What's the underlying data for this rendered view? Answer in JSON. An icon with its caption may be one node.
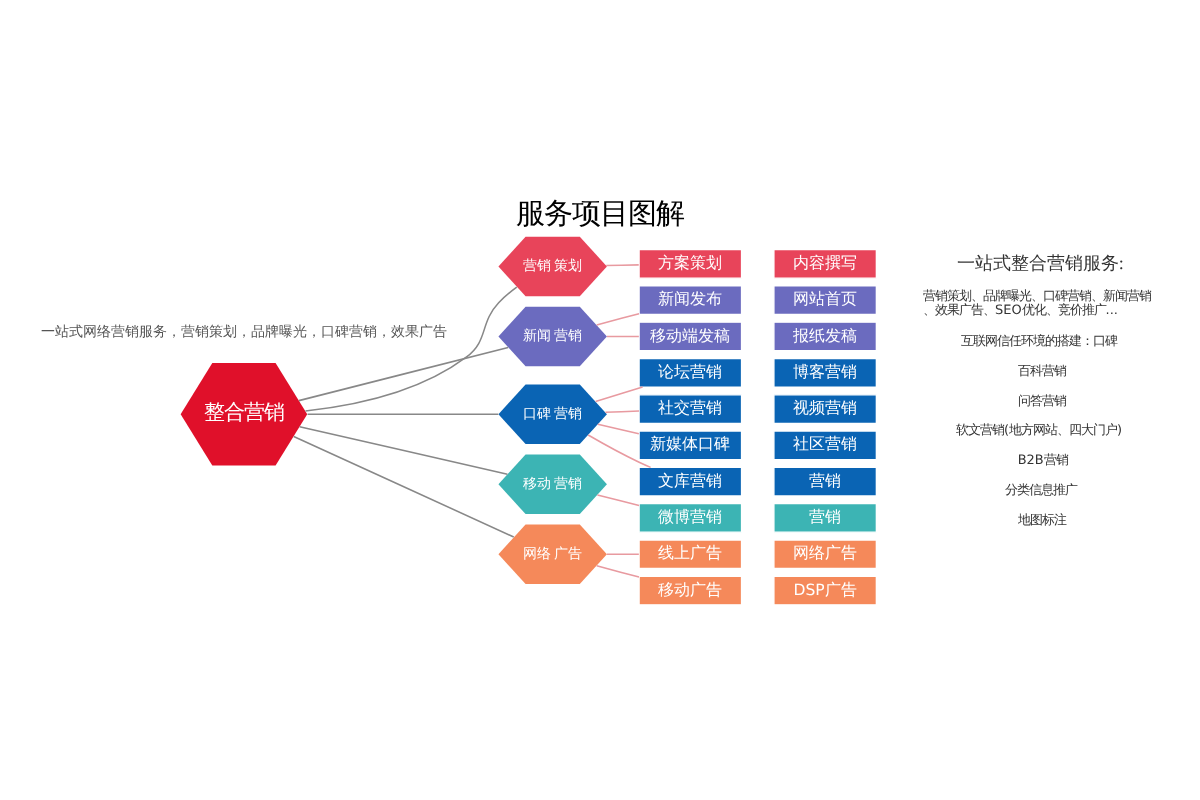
{
  "diagram": {
    "title": "服务项目图解",
    "nodes": [
      {
        "text": [
          "整合营销"
        ]
      },
      {
        "text": [
          "营销 策划"
        ]
      },
      {
        "text": [
          "方案策划"
        ]
      },
      {
        "text": [
          "内容撰写"
        ]
      },
      {
        "text": [
          "新闻 营销"
        ]
      },
      {
        "text": [
          "新闻发布"
        ]
      },
      {
        "text": [
          "网站首页"
        ]
      },
      {
        "text": [
          "移动端发稿"
        ]
      },
      {
        "text": [
          "报纸发稿"
        ]
      },
      {
        "text": [
          "口碑 营销"
        ]
      },
      {
        "text": [
          "论坛营销"
        ]
      },
      {
        "text": [
          "博客营销"
        ]
      },
      {
        "text": [
          "社交营销"
        ]
      },
      {
        "text": [
          "视频营销"
        ]
      },
      {
        "text": [
          "新媒体口碑"
        ]
      },
      {
        "text": [
          "社区营销"
        ]
      },
      {
        "text": [
          "文库营销"
        ]
      },
      {
        "text": [
          "营销"
        ]
      },
      {
        "text": [
          "移动 营销"
        ]
      },
      {
        "text": [
          "微博营销"
        ]
      },
      {
        "text": [
          "营销"
        ]
      },
      {
        "text": [
          "网络 广告"
        ]
      },
      {
        "text": [
          "线上广告"
        ]
      },
      {
        "text": [
          "网络广告"
        ]
      },
      {
        "text": [
          "移动广告"
        ]
      },
      {
        "text": [
          "DSP广告"
        ]
      }
    ],
    "edges": [
      {
        "from": 0,
        "to": 1,
        "arrow": "none",
        "color": "#888888"
      },
      {
        "from": 0,
        "to": 4,
        "arrow": "none",
        "color": "#888888"
      },
      {
        "from": 0,
        "to": 9,
        "arrow": "none",
        "color": "#888888"
      },
      {
        "from": 0,
        "to": 18,
        "arrow": "none",
        "color": "#888888"
      },
      {
        "from": 0,
        "to": 21,
        "arrow": "none",
        "color": "#888888"
      },
      {
        "from": 1,
        "to": 2,
        "arrow": "none"
      },
      {
        "from": 4,
        "to": 5,
        "arrow": "none"
      },
      {
        "from": 4,
        "to": 7,
        "arrow": "none"
      },
      {
        "from": 9,
        "to": 10,
        "arrow": "none"
      },
      {
        "from": 9,
        "to": 12,
        "arrow": "none"
      },
      {
        "from": 9,
        "to": 14,
        "arrow": "none"
      },
      {
        "from": 9,
        "to": 16,
        "arrow": "none"
      },
      {
        "from": 18,
        "to": 19,
        "arrow": "none"
      },
      {
        "from": 21,
        "to": 22,
        "arrow": "none"
      },
      {
        "from": 21,
        "to": 24,
        "arrow": "none"
      }
    ],
    "labels": [
      "一站式网络营销服务，营销策划，品牌曝光，口碑营销，效果广告",
      "一站式整合营销服务:",
      "营销策划、品牌曝光、口碑营销、新闻营销、效果广告、SEO优化、竞价推广...",
      "互联网信任环境的搭建：口碑",
      "百科营销",
      "问答营销",
      "软文营销(地方网站、四大门户)",
      "B2B营销",
      "分类信息推广",
      "地图标注"
    ]
  }
}
